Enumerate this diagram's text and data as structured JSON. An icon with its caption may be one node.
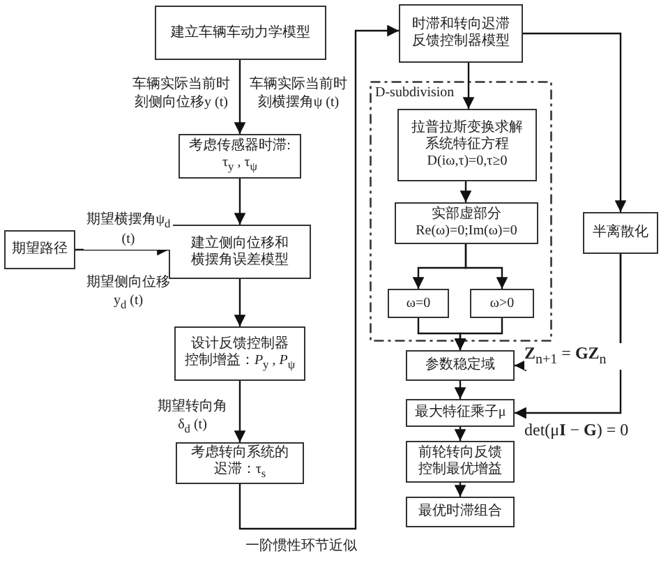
{
  "diagram": {
    "nodes": [
      {
        "text": [
          "建立车辆车动力学模型"
        ]
      },
      {
        "text": [
          "考虑传感器时滞:",
          "τ$_{y}$ , τ$_{ψ}$"
        ]
      },
      {
        "text": [
          "期望路径"
        ]
      },
      {
        "text": [
          "建立侧向位移和横摆角误差模型"
        ]
      },
      {
        "text": [
          "设计反馈控制器",
          "控制增益：*P*$_{y}$ , *P*$_{ψ}$"
        ]
      },
      {
        "text": [
          "考虑转向系统的迟滞：τ$_{s}$"
        ]
      },
      {
        "text": [
          "时滞和转向迟滞反馈控制器模型"
        ]
      },
      {
        "text": [
          "D-subdivision"
        ]
      },
      {
        "text": [
          "拉普拉斯变换求解系统特征方程",
          "D(iω,τ)=0,τ≥0"
        ],
        "in": 7
      },
      {
        "text": [
          "实部虚部分",
          "Re(ω)=0;Im(ω)=0"
        ],
        "in": 7
      },
      {
        "text": [
          "ω=0"
        ],
        "in": 7
      },
      {
        "text": [
          "ω>0"
        ],
        "in": 7
      },
      {
        "text": [
          "半离散化"
        ]
      },
      {
        "text": [
          "参数稳定域"
        ]
      },
      {
        "text": [
          "最大特征乘子μ"
        ]
      },
      {
        "text": [
          "前轮转向反馈控制最优增益"
        ]
      },
      {
        "text": [
          "最优时滞组合"
        ]
      }
    ],
    "edges": [
      {
        "from": 0,
        "to": 1,
        "arrow": "to",
        "label": "车辆实际当前时刻侧向位移y (t)"
      },
      {
        "from": 1,
        "to": 3,
        "arrow": "to"
      },
      {
        "from": 2,
        "to": 3,
        "arrow": "to",
        "label": "期望横摆角ψ$_{d}$ (t)"
      },
      {
        "from": 3,
        "to": 4,
        "arrow": "to"
      },
      {
        "from": 4,
        "to": 5,
        "arrow": "to",
        "label": "期望转向角δ$_{d}$ (t)"
      },
      {
        "from": 5,
        "to": 6,
        "arrow": "to",
        "label": "一阶惯性环节近似"
      },
      {
        "from": 6,
        "to": 8,
        "arrow": "to"
      },
      {
        "from": 6,
        "to": 12,
        "arrow": "to"
      },
      {
        "from": 8,
        "to": 9,
        "arrow": "to"
      },
      {
        "from": 9,
        "to": 10,
        "arrow": "to"
      },
      {
        "from": 9,
        "to": 11,
        "arrow": "to"
      },
      {
        "from": 10,
        "to": 13,
        "arrow": "to"
      },
      {
        "from": 11,
        "to": 13,
        "arrow": "to"
      },
      {
        "from": 12,
        "to": 13,
        "arrow": "to",
        "label": "**Z**$_{n+1}$ = **GZ**$_{n}$"
      },
      {
        "from": 12,
        "to": 14,
        "arrow": "to",
        "label": "det(μ**I** − **G**) = 0"
      },
      {
        "from": 13,
        "to": 14,
        "arrow": "to"
      },
      {
        "from": 14,
        "to": 15,
        "arrow": "to"
      },
      {
        "from": 15,
        "to": 16,
        "arrow": "to"
      }
    ],
    "labels": [
      "车辆实际当前时刻横摆角ψ (t)",
      "期望侧向位移y$_{d}$ (t)"
    ]
  }
}
